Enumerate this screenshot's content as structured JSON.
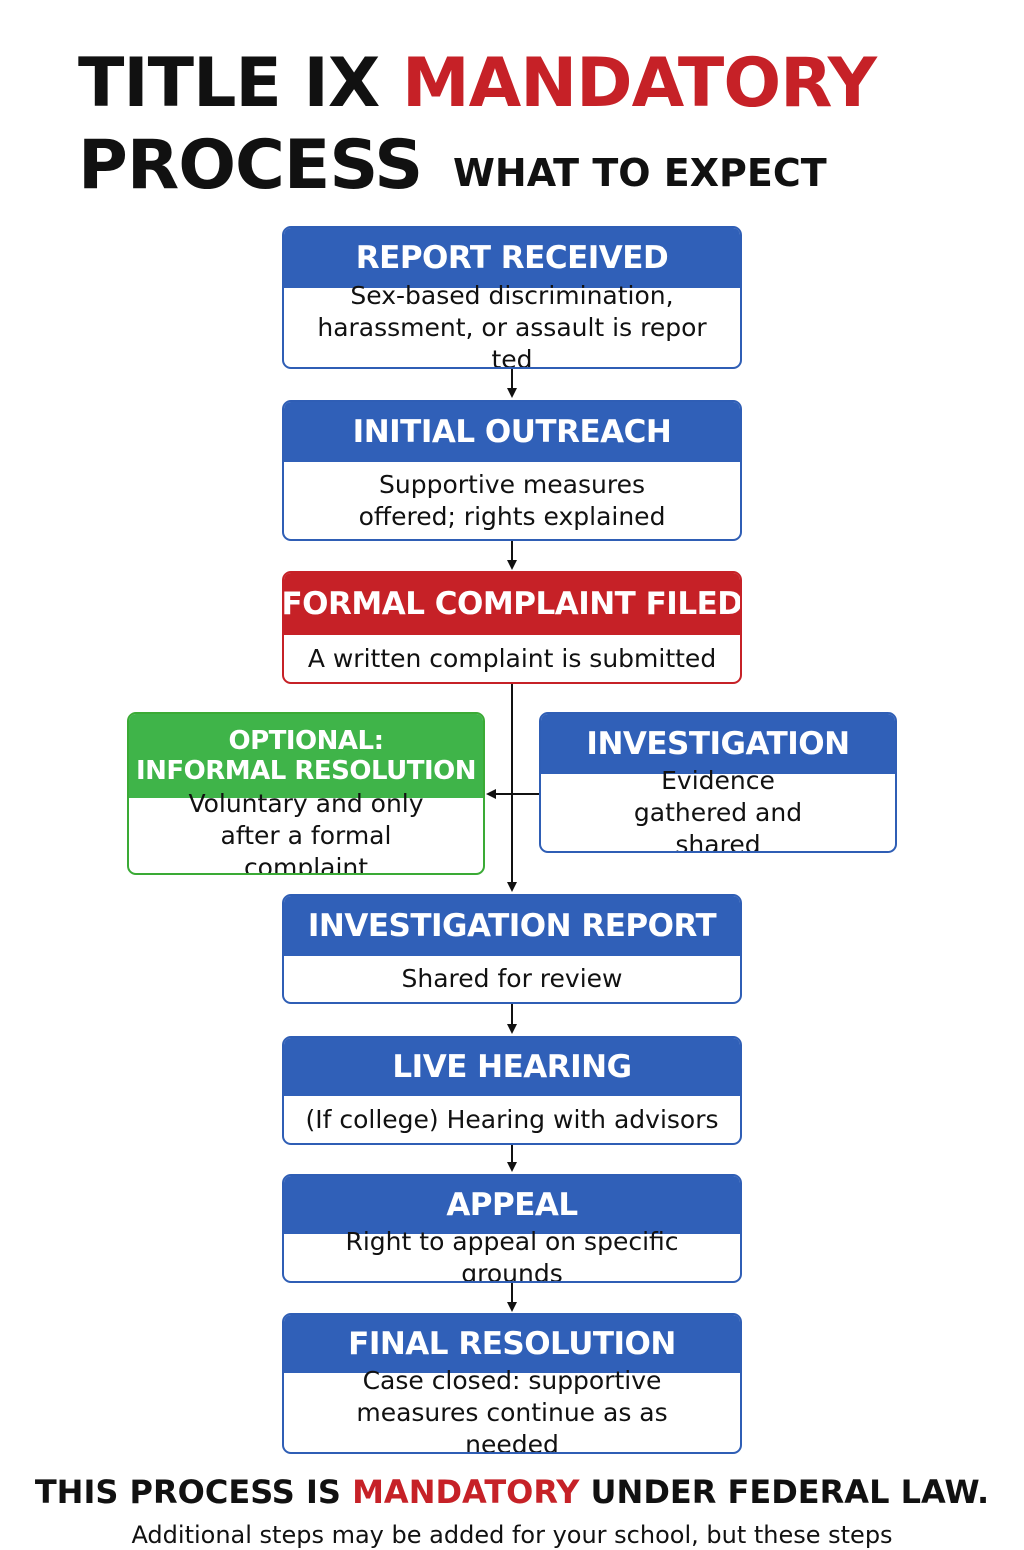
{
  "header": {
    "title_part1": "TITLE IX ",
    "title_accent": "MANDATORY",
    "title_line2": "PROCESS",
    "subtitle": "WHAT TO EXPECT"
  },
  "colors": {
    "primary_blue": "#3060b8",
    "accent_red": "#c62127",
    "optional_green": "#3fb449"
  },
  "steps": [
    {
      "title": "REPORT RECEIVED",
      "text": "Sex-based discrimination, harassment, or assault is repor ted"
    },
    {
      "title": "INITIAL OUTREACH",
      "text": "Supportive measures offered; rights explained"
    },
    {
      "title": "FORMAL COMPLAINT FILED",
      "text": "A written complaint is submitted"
    },
    {
      "title": "INVESTIGATION",
      "text": "Evidence gathered and shared"
    },
    {
      "title": "INVESTIGATION REPORT",
      "text": "Shared for review"
    },
    {
      "title": "LIVE HEARING",
      "text": "(If college) Hearing with advisors"
    },
    {
      "title": "APPEAL",
      "text": "Right to appeal on specific grounds"
    },
    {
      "title": "FINAL RESOLUTION",
      "text": "Case closed: supportive measures continue as as needed"
    }
  ],
  "optional_step": {
    "title_line1": "OPTIONAL:",
    "title_line2": "INFORMAL RESOLUTION",
    "text": "Voluntary and only after a formal complaint"
  },
  "footer": {
    "part1": "THIS PROCESS IS ",
    "accent": "MANDATORY",
    "part2": " UNDER  FEDERAL LAW.",
    "note": "Additional steps may be added for your school, but these steps"
  }
}
